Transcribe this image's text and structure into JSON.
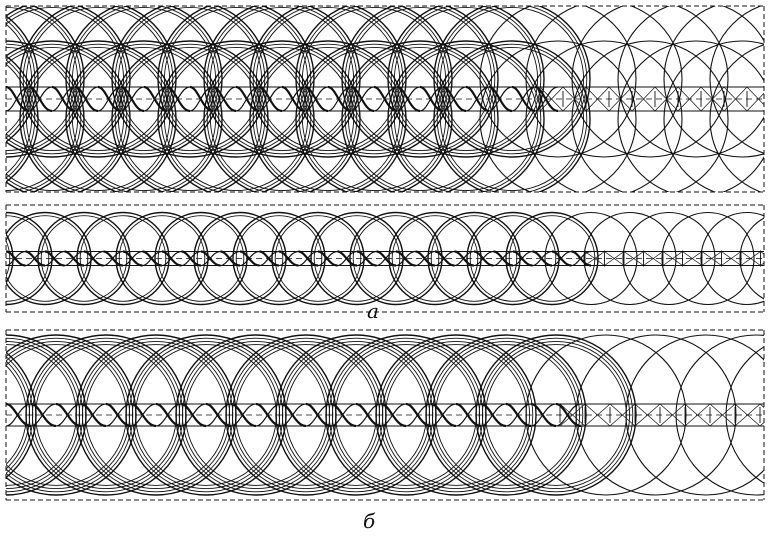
{
  "figure": {
    "panels": [
      {
        "id": "a",
        "caption": "a",
        "style": "three-strand woven band with line-construction tail",
        "rows": 2
      },
      {
        "id": "b",
        "caption": "б",
        "style": "multi-strand woven band with line-construction tail",
        "rows": 1
      }
    ],
    "colors": {
      "ink": "#111111",
      "paper": "#ffffff"
    }
  }
}
